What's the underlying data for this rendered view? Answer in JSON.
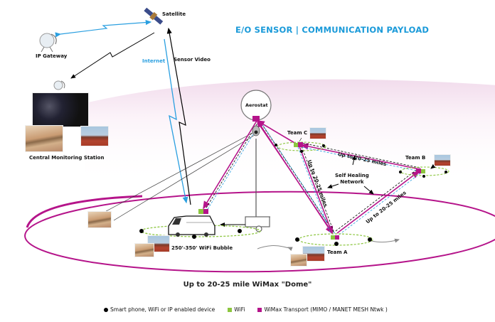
{
  "title": "E/O SENSOR  |  COMMUNICATION PAYLOAD",
  "nodes": {
    "satellite": "Satellite",
    "ip_gateway": "IP Gateway",
    "central_station": "Central Monitoring Station",
    "aerostat": "Aerostat",
    "team_a": "Team A",
    "team_b": "Team B",
    "team_c": "Team C",
    "wifi_bubble": "250'-350' WiFi Bubble",
    "self_healing": "Self Healing\nNetwork",
    "self_healing_line1": "Self Healing",
    "self_healing_line2": "Network"
  },
  "links": {
    "internet": "Internet",
    "sensor_video": "Sensor Video",
    "range_c_b": "Up to 20-25 miles",
    "range_c_a": "Up to 20-25 miles",
    "range_b_a": "Up to 20-25 miles"
  },
  "dome_caption": "Up to 20-25 mile WiMax \"Dome\"",
  "legend": [
    {
      "label": "Smart phone, WiFi or IP enabled device",
      "symbol": "black-dot"
    },
    {
      "label": "WiFi",
      "symbol": "green-square"
    },
    {
      "label": "WiMax Transport (MIMO / MANET MESH Ntwk )",
      "symbol": "magenta-square"
    }
  ],
  "colors": {
    "title": "#1a9ad9",
    "wimax": "#b5148a",
    "wifi": "#8cc63f",
    "internet": "#2a9fe0",
    "device": "#000000",
    "dome": "#b5148a"
  }
}
